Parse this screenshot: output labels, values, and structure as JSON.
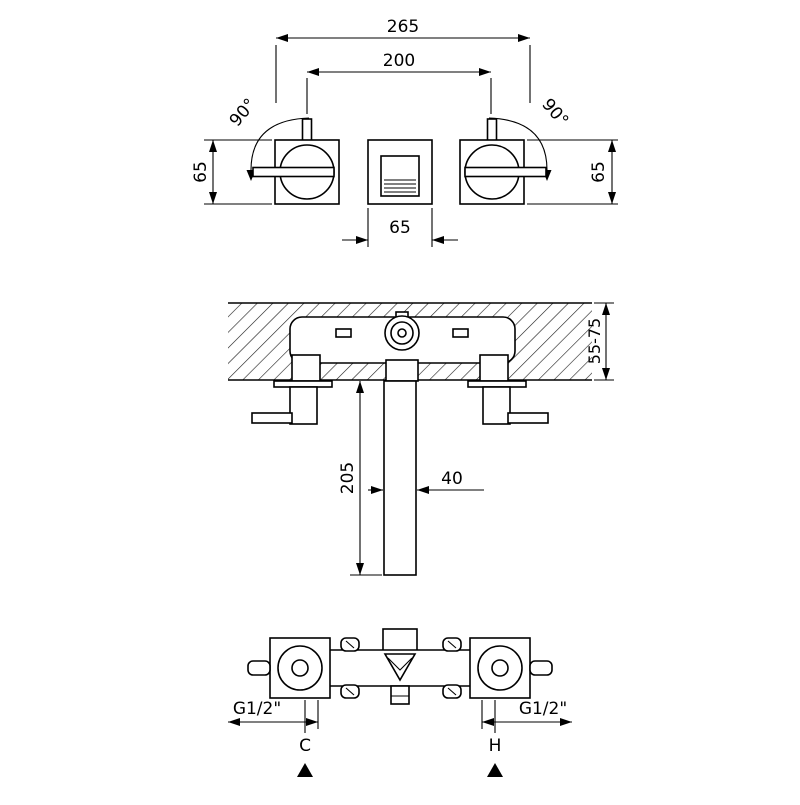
{
  "drawing": {
    "front_view": {
      "dim_overall_width": "265",
      "dim_handle_centers": "200",
      "dim_handle_size_left": "65",
      "dim_handle_size_right": "65",
      "dim_spout_width": "65",
      "angle_left": "90°",
      "angle_right": "90°"
    },
    "section_view": {
      "dim_wall_depth": "55-75",
      "dim_spout_length": "205",
      "dim_spout_depth": "40"
    },
    "plan_view": {
      "thread_left": "G1/2\"",
      "thread_right": "G1/2\"",
      "label_cold": "C",
      "label_hot": "H"
    }
  }
}
